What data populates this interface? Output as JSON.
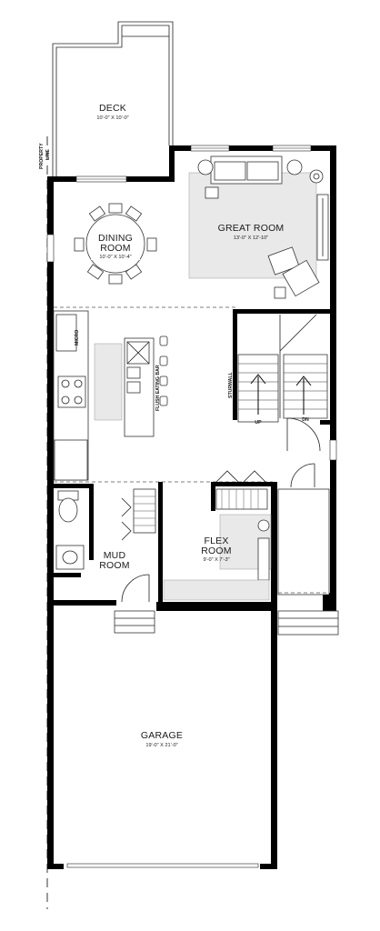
{
  "rooms": {
    "deck": {
      "name": "DECK",
      "dims": "10'-0\" X 10'-0\""
    },
    "great_room": {
      "name": "GREAT ROOM",
      "dims": "13'-0\" X 12'-10\""
    },
    "dining_room": {
      "name_line1": "DINING",
      "name_line2": "ROOM",
      "dims": "10'-0\" X 10'-4\""
    },
    "flex_room": {
      "name_line1": "FLEX",
      "name_line2": "ROOM",
      "dims": "9'-0\" X 7'-3\""
    },
    "mud_room": {
      "name_line1": "MUD",
      "name_line2": "ROOM"
    },
    "garage": {
      "name": "GARAGE",
      "dims": "19'-0\" X 21'-0\""
    }
  },
  "labels": {
    "property_line_1": "PROPERTY",
    "property_line_2": "LINE",
    "micro": "MICRO",
    "flush_eating_bar": "FLUSH EATING BAR",
    "sturwall": "STURWALL",
    "up": "UP",
    "dn": "DN"
  }
}
